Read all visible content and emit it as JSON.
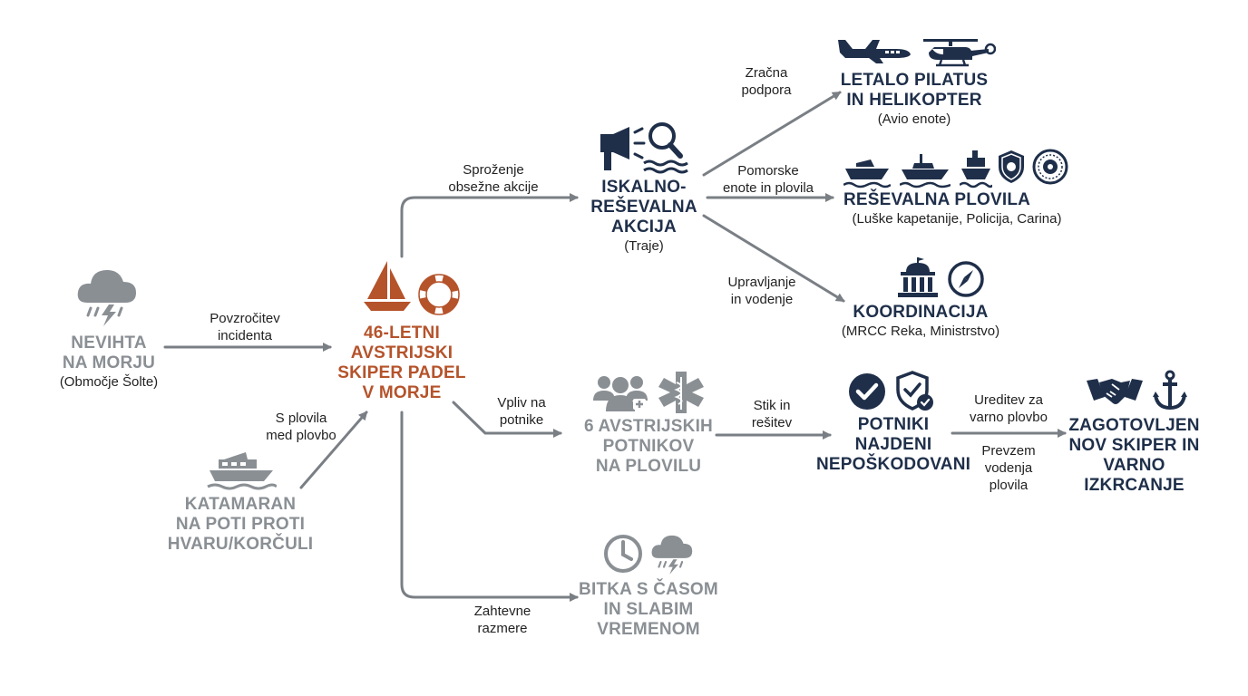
{
  "colors": {
    "rust": "#b5532b",
    "navy": "#1f2f4a",
    "grey": "#8a8f94",
    "arrow": "#7a7f85"
  },
  "nodes": {
    "storm": {
      "title": "NEVIHTA\nNA MORJU",
      "sub": "(Območje Šolte)",
      "icon": "storm-cloud-icon"
    },
    "catamaran": {
      "title": "KATAMARAN\nNA POTI PROTI\nHVARU/KORČULI",
      "icon": "yacht-icon"
    },
    "skipper": {
      "title": "46-LETNI\nAVSTRIJSKI\nSKIPER PADEL\nV MORJE",
      "icons": [
        "sailboat-icon",
        "lifebuoy-icon"
      ]
    },
    "search": {
      "title": "ISKALNO-\nREŠEVALNA\nAKCIJA",
      "sub": "(Traje)",
      "icons": [
        "megaphone-icon",
        "search-waves-icon"
      ]
    },
    "passengers": {
      "title": "6 AVSTRIJSKIH\nPOTNIKOV\nNA PLOVILU",
      "icons": [
        "group-icon",
        "medical-icon"
      ]
    },
    "time": {
      "title": "BITKA S ČASOM\nIN SLABIM\nVREMENOM",
      "icons": [
        "clock-icon",
        "storm-cloud-icon"
      ]
    },
    "air": {
      "title": "LETALO PILATUS\nIN HELIKOPTER",
      "sub": "(Avio enote)",
      "icons": [
        "airplane-icon",
        "helicopter-icon"
      ]
    },
    "vessels": {
      "title": "REŠEVALNA PLOVILA",
      "sub": "(Luške kapetanije, Policija, Carina)",
      "icons": [
        "boat-icon",
        "boat-icon",
        "ship-icon",
        "police-badge-icon",
        "customs-emblem-icon"
      ]
    },
    "coord": {
      "title": "KOORDINACIJA",
      "sub": "(MRCC Reka, Ministrstvo)",
      "icons": [
        "government-building-icon",
        "compass-icon"
      ]
    },
    "found": {
      "title": "POTNIKI\nNAJDENI\nNEPOŠKODOVANI",
      "icons": [
        "check-circle-icon",
        "shield-check-icon"
      ]
    },
    "newskipper": {
      "title": "ZAGOTOVLJEN\nNOV SKIPER IN\nVARNO\nIZKRCANJE",
      "icons": [
        "handshake-icon",
        "anchor-icon"
      ]
    }
  },
  "edges": {
    "cause": "Povzročitev\nincidenta",
    "from_vessel": "S plovila\nmed plovbo",
    "trigger": "Sproženje\nobsežne akcije",
    "impact": "Vpliv na\npotnike",
    "conditions": "Zahtevne\nrazmere",
    "air_support": "Zračna\npodpora",
    "maritime": "Pomorske\nenote in plovila",
    "management": "Upravljanje\nin vodenje",
    "contact": "Stik in\nrešitev",
    "arrange": "Ureditev za\nvarno plovbo",
    "takeover": "Prevzem\nvodenja\nplovila"
  }
}
